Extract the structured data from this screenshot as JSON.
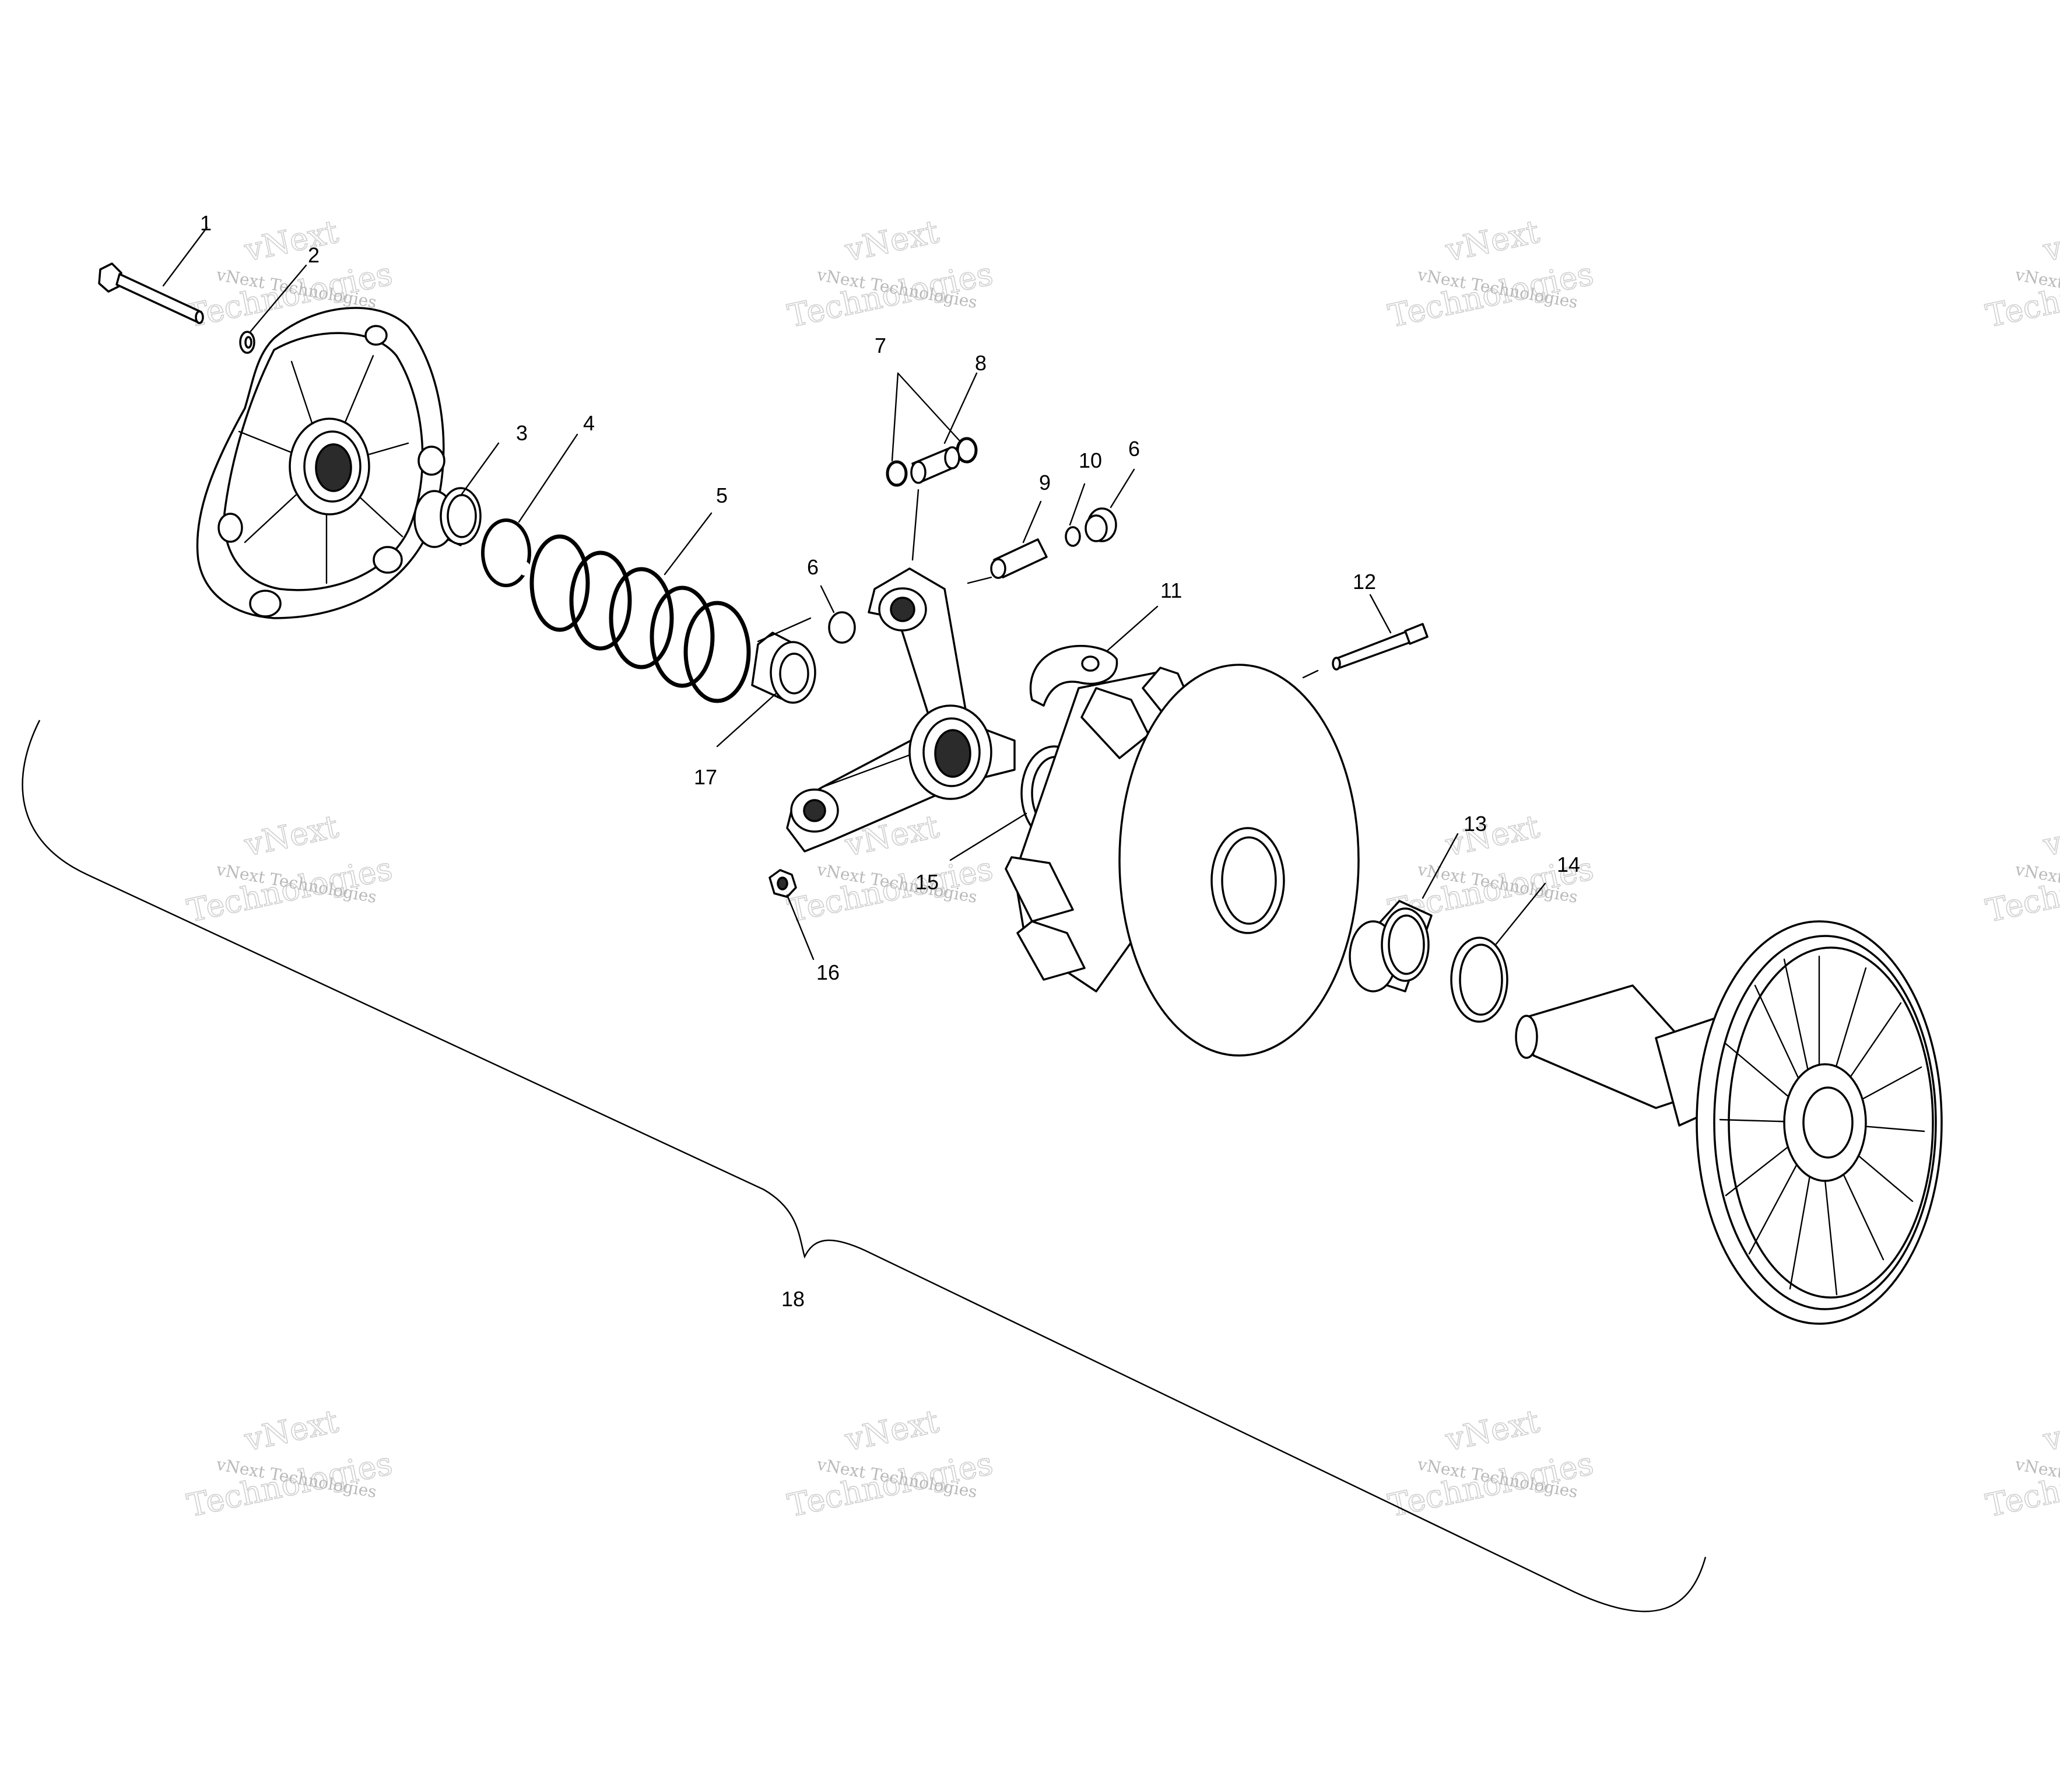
{
  "callouts": {
    "c1": "1",
    "c2": "2",
    "c3": "3",
    "c4": "4",
    "c5": "5",
    "c6a": "6",
    "c6b": "6",
    "c7": "7",
    "c8": "8",
    "c9": "9",
    "c10": "10",
    "c11": "11",
    "c12": "12",
    "c13": "13",
    "c14": "14",
    "c15": "15",
    "c16": "16",
    "c17": "17",
    "c18": "18"
  },
  "watermark": {
    "company": "vNext Technologies",
    "line1": "vNext",
    "line2": "Technologies"
  }
}
